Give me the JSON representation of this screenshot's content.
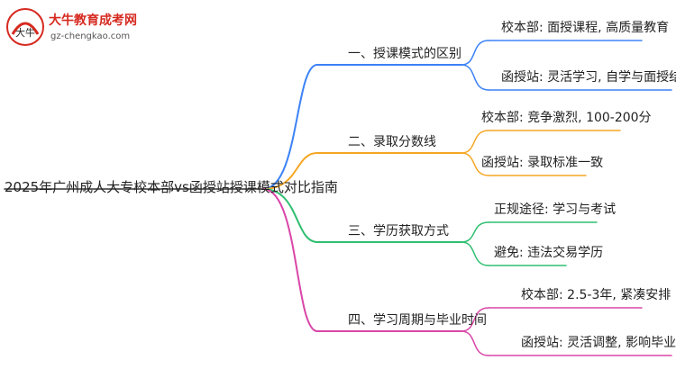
{
  "logo": {
    "name": "大牛教育成考网",
    "url": "gz-chengkao.com",
    "mark": "大牛"
  },
  "root": "2025年广州成人大专校本部vs函授站授课模式对比指南",
  "branches": [
    {
      "label": "一、授课模式的区别",
      "color": "#3b82f6",
      "children": [
        "校本部: 面授课程, 高质量教育",
        "函授站: 灵活学习, 自学与面授结合"
      ]
    },
    {
      "label": "二、录取分数线",
      "color": "#f5a623",
      "children": [
        "校本部: 竞争激烈, 100-200分",
        "函授站: 录取标准一致"
      ]
    },
    {
      "label": "三、学历获取方式",
      "color": "#2fbf71",
      "children": [
        "正规途径: 学习与考试",
        "避免: 违法交易学历"
      ]
    },
    {
      "label": "四、学习周期与毕业时间",
      "color": "#d946a8",
      "children": [
        "校本部: 2.5-3年, 紧凑安排",
        "函授站: 灵活调整, 影响毕业时间"
      ]
    }
  ]
}
